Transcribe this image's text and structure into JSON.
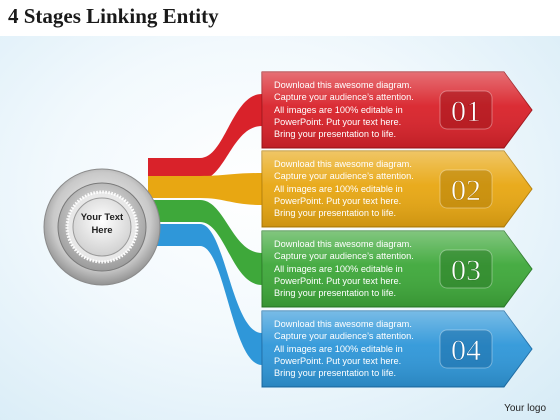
{
  "title": "4 Stages Linking Entity",
  "center": {
    "line1": "Your Text",
    "line2": "Here"
  },
  "stages": [
    {
      "number": "01",
      "color": "#d9222a",
      "dark": "#a3141a",
      "lines": [
        "Download this awesome diagram.",
        "Capture your audience’s attention.",
        "All images are 100% editable in",
        "PowerPoint. Put your text here.",
        "Bring your presentation to life."
      ]
    },
    {
      "number": "02",
      "color": "#e8a712",
      "dark": "#b57f07",
      "lines": [
        "Download this awesome diagram.",
        "Capture your audience’s attention.",
        "All images are 100% editable in",
        "PowerPoint. Put your text here.",
        "Bring your presentation to life."
      ]
    },
    {
      "number": "03",
      "color": "#3ea83a",
      "dark": "#2a7c27",
      "lines": [
        "Download this awesome diagram.",
        "Capture your audience’s attention.",
        "All images are 100% editable in",
        "PowerPoint. Put your text here.",
        "Bring your presentation to life."
      ]
    },
    {
      "number": "04",
      "color": "#2f97d9",
      "dark": "#1c6ea8",
      "lines": [
        "Download this awesome diagram.",
        "Capture your audience’s attention.",
        "All images are 100% editable in",
        "PowerPoint. Put your text here.",
        "Bring your presentation to life."
      ]
    }
  ],
  "logo": "Your logo"
}
